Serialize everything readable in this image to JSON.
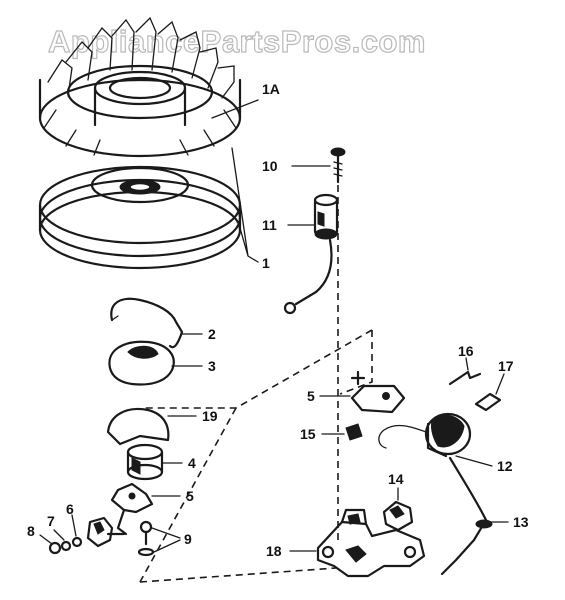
{
  "watermark": "AppliancePartsPros.com",
  "callouts": [
    {
      "id": "1A",
      "text": "1A"
    },
    {
      "id": "1",
      "text": "1"
    },
    {
      "id": "2",
      "text": "2"
    },
    {
      "id": "3",
      "text": "3"
    },
    {
      "id": "4",
      "text": "4"
    },
    {
      "id": "5a",
      "text": "5"
    },
    {
      "id": "5b",
      "text": "5"
    },
    {
      "id": "6",
      "text": "6"
    },
    {
      "id": "7",
      "text": "7"
    },
    {
      "id": "8",
      "text": "8"
    },
    {
      "id": "9",
      "text": "9"
    },
    {
      "id": "10",
      "text": "10"
    },
    {
      "id": "11",
      "text": "11"
    },
    {
      "id": "12",
      "text": "12"
    },
    {
      "id": "13",
      "text": "13"
    },
    {
      "id": "14",
      "text": "14"
    },
    {
      "id": "15",
      "text": "15"
    },
    {
      "id": "16",
      "text": "16"
    },
    {
      "id": "17",
      "text": "17"
    },
    {
      "id": "18",
      "text": "18"
    },
    {
      "id": "19",
      "text": "19"
    }
  ]
}
